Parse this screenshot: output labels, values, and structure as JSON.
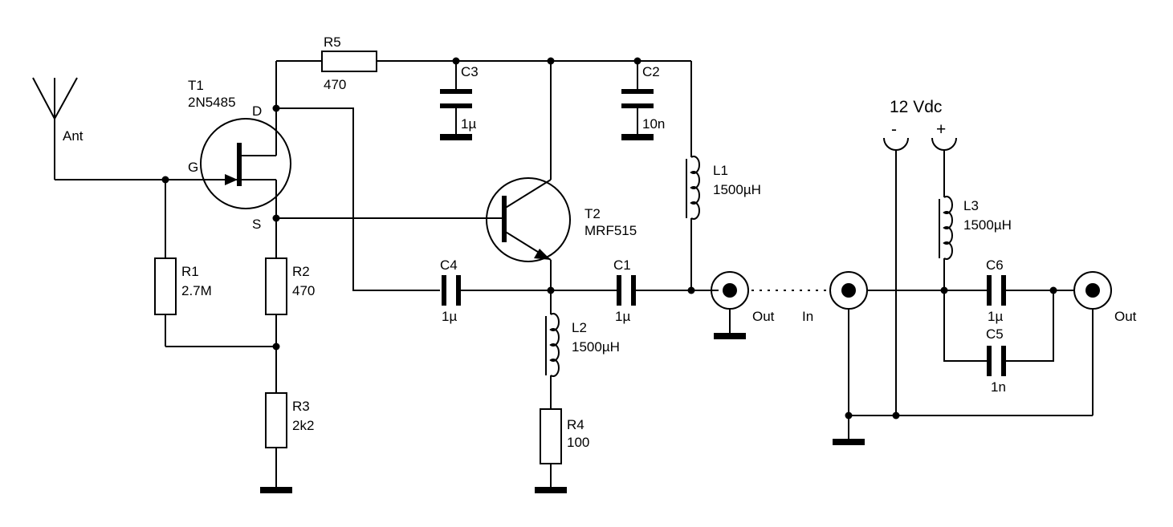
{
  "labels": {
    "ant": "Ant",
    "t1_name": "T1",
    "t1_part": "2N5485",
    "t1_drain": "D",
    "t1_gate": "G",
    "t1_source": "S",
    "r5_name": "R5",
    "r5_value": "470",
    "c3_name": "C3",
    "c3_value": "1µ",
    "c2_name": "C2",
    "c2_value": "10n",
    "l1_name": "L1",
    "l1_value": "1500µH",
    "t2_name": "T2",
    "t2_part": "MRF515",
    "r1_name": "R1",
    "r1_value": "2.7M",
    "r2_name": "R2",
    "r2_value": "470",
    "r3_name": "R3",
    "r3_value": "2k2",
    "c4_name": "C4",
    "c4_value": "1µ",
    "c1_name": "C1",
    "c1_value": "1µ",
    "l2_name": "L2",
    "l2_value": "1500µH",
    "r4_name": "R4",
    "r4_value": "100",
    "out1": "Out",
    "in": "In",
    "supply": "12 Vdc",
    "minus": "-",
    "plus": "+",
    "l3_name": "L3",
    "l3_value": "1500µH",
    "c6_name": "C6",
    "c6_value": "1µ",
    "c5_name": "C5",
    "c5_value": "1n",
    "out2": "Out"
  }
}
